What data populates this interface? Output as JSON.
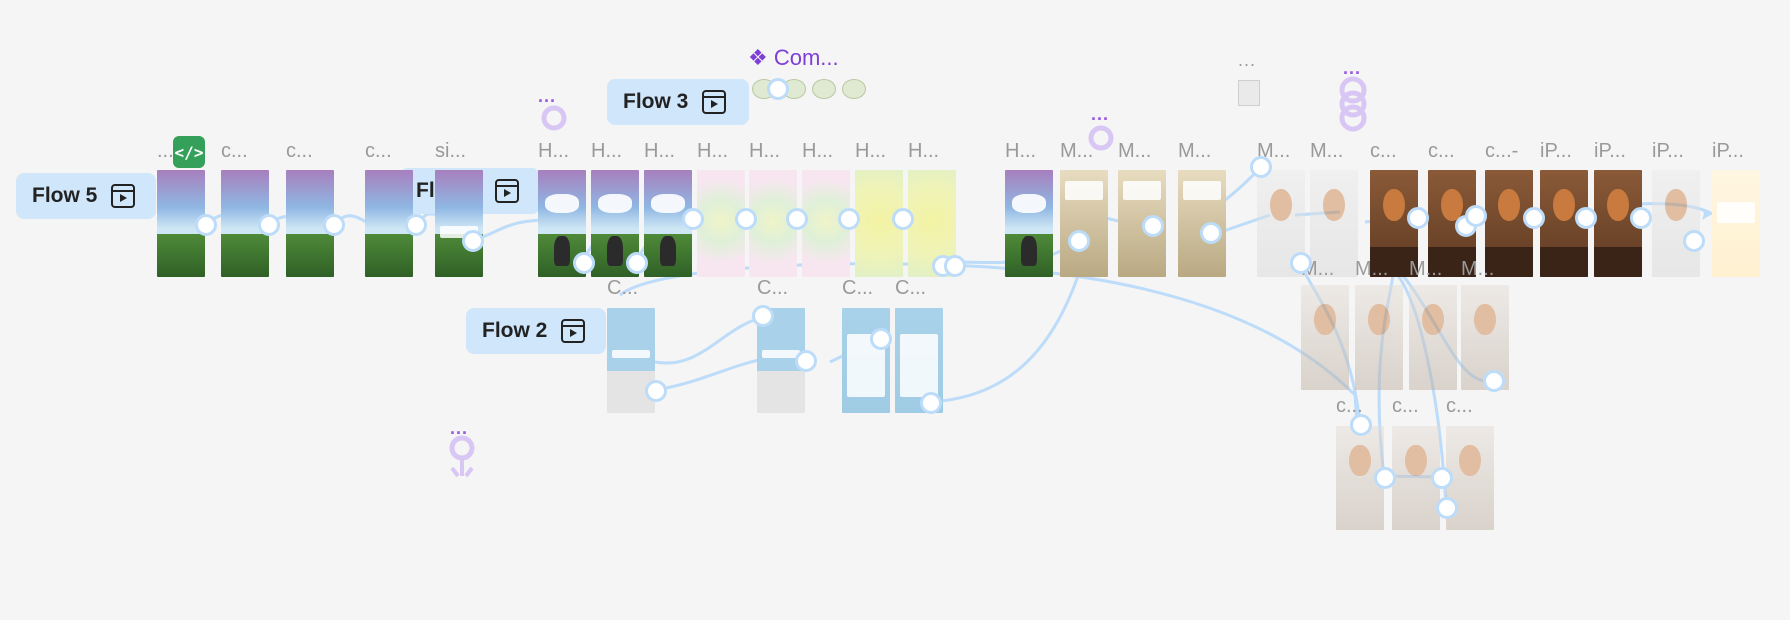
{
  "canvas": {
    "background": "#f5f5f5",
    "connector_color": "#bcdcf9",
    "pill_color": "#cfe6fb"
  },
  "flows": [
    {
      "id": "flow5",
      "label": "Flow 5",
      "icon": "play-icon"
    },
    {
      "id": "flow1",
      "label": "Flow 1",
      "icon": "play-icon"
    },
    {
      "id": "flow3",
      "label": "Flow 3",
      "icon": "play-icon"
    },
    {
      "id": "flow2",
      "label": "Flow 2",
      "icon": "play-icon"
    }
  ],
  "component": {
    "label": "Com...",
    "icon": "component-icon"
  },
  "code_badge": {
    "label": "</>",
    "icon": "code-icon"
  },
  "ellipses": [
    "...",
    "...",
    "...",
    "..."
  ],
  "row1_labels": [
    "...",
    "c...",
    "c...",
    "c...",
    "si...",
    "H...",
    "H...",
    "H...",
    "H...",
    "H...",
    "H...",
    "H...",
    "H...",
    "H...",
    "M...",
    "M...",
    "M...",
    "M...",
    "M...",
    "c...",
    "c...",
    "c...-",
    "iP...",
    "iP...",
    "iP...",
    "iP..."
  ],
  "gray_ellipsis": "...",
  "row2_labels": [
    "C...",
    "C...",
    "C...",
    "C..."
  ],
  "row3_labels": [
    "M...",
    "M...",
    "M...",
    "M..."
  ],
  "row4_labels": [
    "c...",
    "c...",
    "c..."
  ]
}
